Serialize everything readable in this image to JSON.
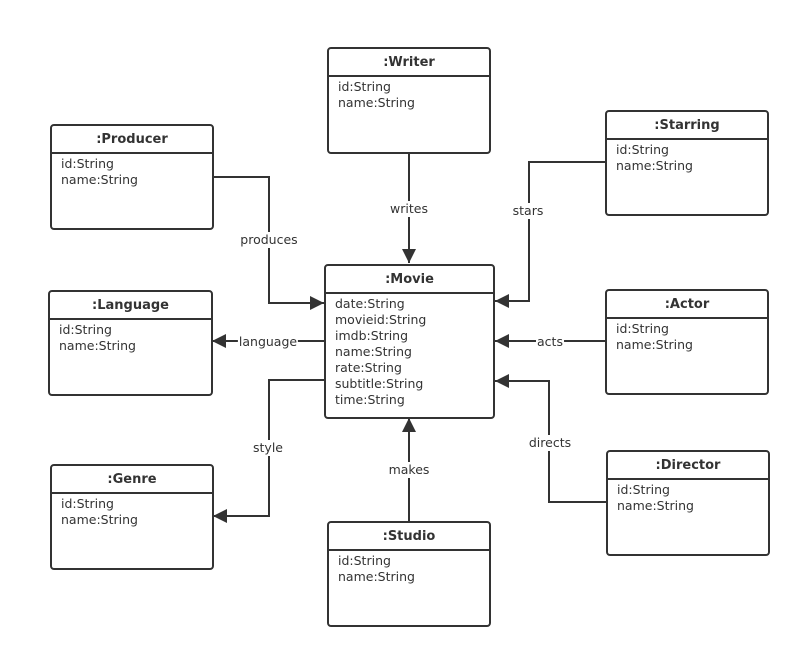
{
  "classes": {
    "writer": {
      "title": ":Writer",
      "attributes": [
        "id:String",
        "name:String"
      ]
    },
    "producer": {
      "title": ":Producer",
      "attributes": [
        "id:String",
        "name:String"
      ]
    },
    "starring": {
      "title": ":Starring",
      "attributes": [
        "id:String",
        "name:String"
      ]
    },
    "language": {
      "title": ":Language",
      "attributes": [
        "id:String",
        "name:String"
      ]
    },
    "movie": {
      "title": ":Movie",
      "attributes": [
        "date:String",
        "movieid:String",
        "imdb:String",
        "name:String",
        "rate:String",
        "subtitle:String",
        "time:String"
      ]
    },
    "actor": {
      "title": ":Actor",
      "attributes": [
        "id:String",
        "name:String"
      ]
    },
    "genre": {
      "title": ":Genre",
      "attributes": [
        "id:String",
        "name:String"
      ]
    },
    "director": {
      "title": ":Director",
      "attributes": [
        "id:String",
        "name:String"
      ]
    },
    "studio": {
      "title": ":Studio",
      "attributes": [
        "id:String",
        "name:String"
      ]
    }
  },
  "relations": {
    "writes": {
      "label": "writes",
      "from": "Writer",
      "to": "Movie"
    },
    "produces": {
      "label": "produces",
      "from": "Producer",
      "to": "Movie"
    },
    "stars": {
      "label": "stars",
      "from": "Starring",
      "to": "Movie"
    },
    "language": {
      "label": "language",
      "from": "Movie",
      "to": "Language"
    },
    "acts": {
      "label": "acts",
      "from": "Actor",
      "to": "Movie"
    },
    "style": {
      "label": "style",
      "from": "Movie",
      "to": "Genre"
    },
    "directs": {
      "label": "directs",
      "from": "Director",
      "to": "Movie"
    },
    "makes": {
      "label": "makes",
      "from": "Studio",
      "to": "Movie"
    }
  },
  "colors": {
    "stroke": "#333333",
    "background": "#ffffff"
  }
}
